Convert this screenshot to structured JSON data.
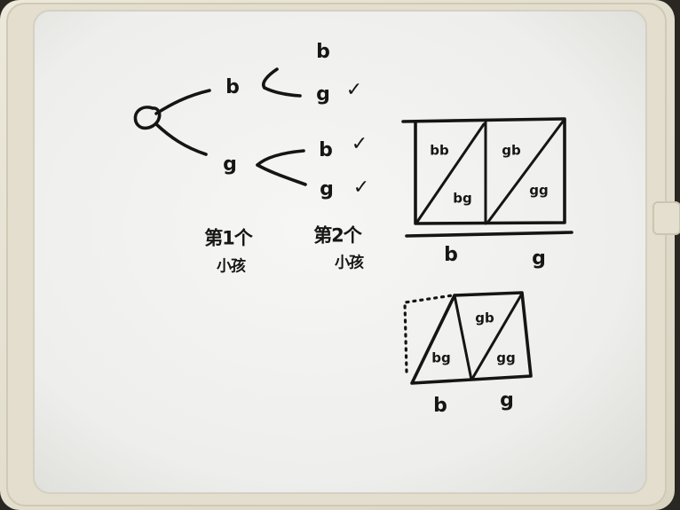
{
  "tree": {
    "first_b": "b",
    "first_g": "g",
    "branch_b_b": "b",
    "branch_b_g": "g",
    "branch_g_b": "b",
    "branch_g_g": "g",
    "check": "✓"
  },
  "captions": {
    "first_child_line1": "第1个",
    "first_child_line2": "小孩",
    "second_child_line1": "第2个",
    "second_child_line2": "小孩"
  },
  "square_top": {
    "cell_bb": "bb",
    "cell_bg": "bg",
    "cell_gb": "gb",
    "cell_gg": "gg",
    "axis_b": "b",
    "axis_g": "g"
  },
  "square_bottom": {
    "cell_bg": "bg",
    "cell_gb": "gb",
    "cell_gg": "gg",
    "axis_b": "b",
    "axis_g": "g"
  },
  "colors": {
    "board": "#f2f2f2",
    "frame": "#e7e2d2",
    "ink": "#151515",
    "background": "#2a2622"
  }
}
